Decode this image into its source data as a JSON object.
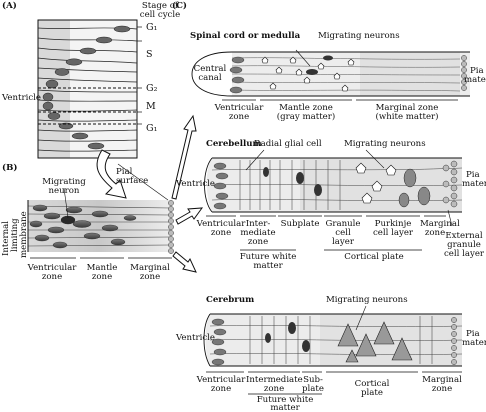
{
  "panels": {
    "a": {
      "letter": "(A)",
      "stage_title_1": "Stage of",
      "stage_title_2": "cell cycle",
      "phases": [
        "G₁",
        "S",
        "G₂",
        "M",
        "G₁"
      ],
      "ventricle": "Ventricle"
    },
    "b": {
      "letter": "(B)",
      "migrating_1": "Migrating",
      "migrating_2": "neuron",
      "ilm_1": "Internal",
      "ilm_2": "limiting",
      "ilm_3": "membrane",
      "pial_1": "Pial",
      "pial_2": "surface",
      "ventricular": "Ventricular",
      "zone": "zone",
      "mantle": "Mantle",
      "marginal": "Marginal"
    },
    "c": {
      "letter": "(C)",
      "spinal": {
        "title": "Spinal cord or medulla",
        "migrating": "Migrating neurons",
        "central_1": "Central",
        "central_2": "canal",
        "ventricular_1": "Ventricular",
        "ventricular_2": "zone",
        "mantle_1": "Mantle zone",
        "mantle_2": "(gray matter)",
        "marginal_1": "Marginal zone",
        "marginal_2": "(white matter)",
        "pia_1": "Pia",
        "pia_2": "mater"
      },
      "cerebellum": {
        "title": "Cerebellum",
        "radial": "Radial glial cell",
        "migrating": "Migrating neurons",
        "ventricle": "Ventricle",
        "pia_1": "Pia",
        "pia_2": "mater",
        "ventricular_1": "Ventricular",
        "ventricular_2": "zone",
        "inter_1": "Inter-",
        "inter_2": "mediate",
        "inter_3": "zone",
        "subplate": "Subplate",
        "granule_1": "Granule",
        "granule_2": "cell",
        "granule_3": "layer",
        "purkinje_1": "Purkinje",
        "purkinje_2": "cell layer",
        "marginal_1": "Marginal",
        "marginal_2": "zone",
        "external_1": "External",
        "external_2": "granule",
        "external_3": "cell layer",
        "future_1": "Future white",
        "future_2": "matter",
        "cortical": "Cortical plate"
      },
      "cerebrum": {
        "title": "Cerebrum",
        "migrating": "Migrating neurons",
        "ventricle": "Ventricle",
        "pia_1": "Pia",
        "pia_2": "mater",
        "ventricular_1": "Ventricular",
        "ventricular_2": "zone",
        "intermediate": "Intermediate zone",
        "sub_1": "Sub-",
        "sub_2": "plate",
        "cortical_1": "Cortical",
        "cortical_2": "plate",
        "marginal_1": "Marginal",
        "marginal_2": "zone",
        "future_1": "Future white",
        "future_2": "matter"
      }
    }
  }
}
